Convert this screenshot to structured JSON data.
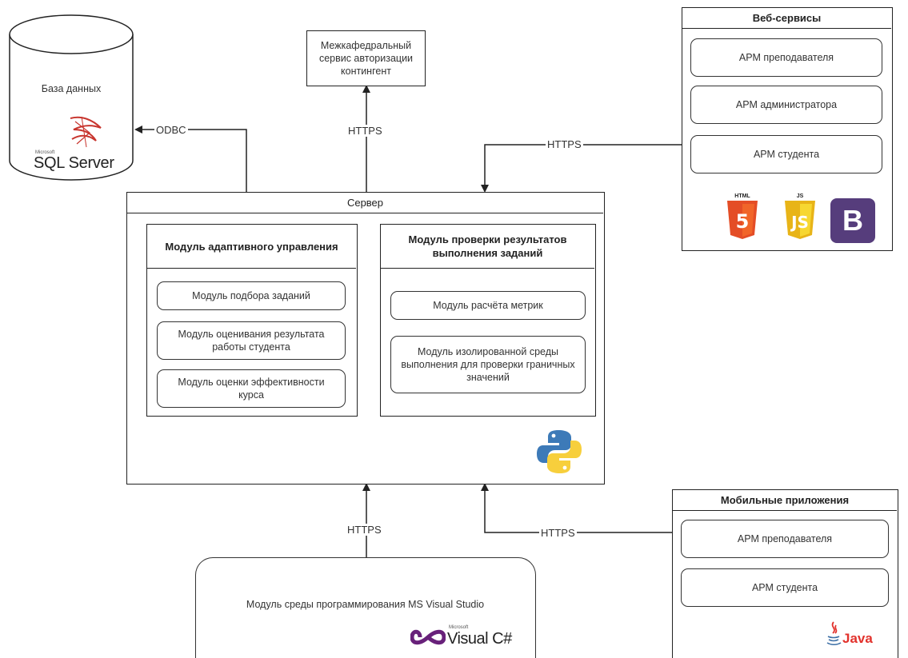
{
  "database": {
    "label": "База данных",
    "logo_small": "Microsoft",
    "logo_text": "SQL Server",
    "logo_icon": "sql-server-icon"
  },
  "auth_service": {
    "label": "Межкафедральный сервис авторизации контингент"
  },
  "web_services": {
    "title": "Веб-сервисы",
    "items": [
      "АРМ преподавателя",
      "АРМ администратора",
      "АРМ студента"
    ],
    "badges": {
      "html5": "HTML",
      "js": "JS",
      "bootstrap": "B"
    }
  },
  "server": {
    "title": "Сервер",
    "adaptive": {
      "title": "Модуль адаптивного управления",
      "items": [
        "Модуль подбора заданий",
        "Модуль оценивания результата работы студента",
        "Модуль оценки эффективности курса"
      ]
    },
    "checking": {
      "title": "Модуль проверки результатов выполнения заданий",
      "items": [
        "Модуль расчёта метрик",
        "Модуль изолированной среды выполнения для проверки граничных значений"
      ]
    },
    "tech_icon": "python-icon"
  },
  "mobile": {
    "title": "Мобильные приложения",
    "items": [
      "АРМ преподавателя",
      "АРМ студента"
    ],
    "java_text": "Java"
  },
  "ide": {
    "label": "Модуль среды программирования MS Visual Studio",
    "logo_small": "Microsoft",
    "logo_text": "Visual C#"
  },
  "connections": {
    "odbc": "ODBC",
    "https_auth": "HTTPS",
    "https_web": "HTTPS",
    "https_ide": "HTTPS",
    "https_mobile": "HTTPS"
  },
  "colors": {
    "html5": "#e44d26",
    "js": "#f0c419",
    "bootstrap": "#563d7c",
    "python_blue": "#3d7ab8",
    "python_yellow": "#f7cf3c",
    "sql_red": "#c8352e",
    "java_red": "#e2322c",
    "vs_purple": "#68217a"
  }
}
